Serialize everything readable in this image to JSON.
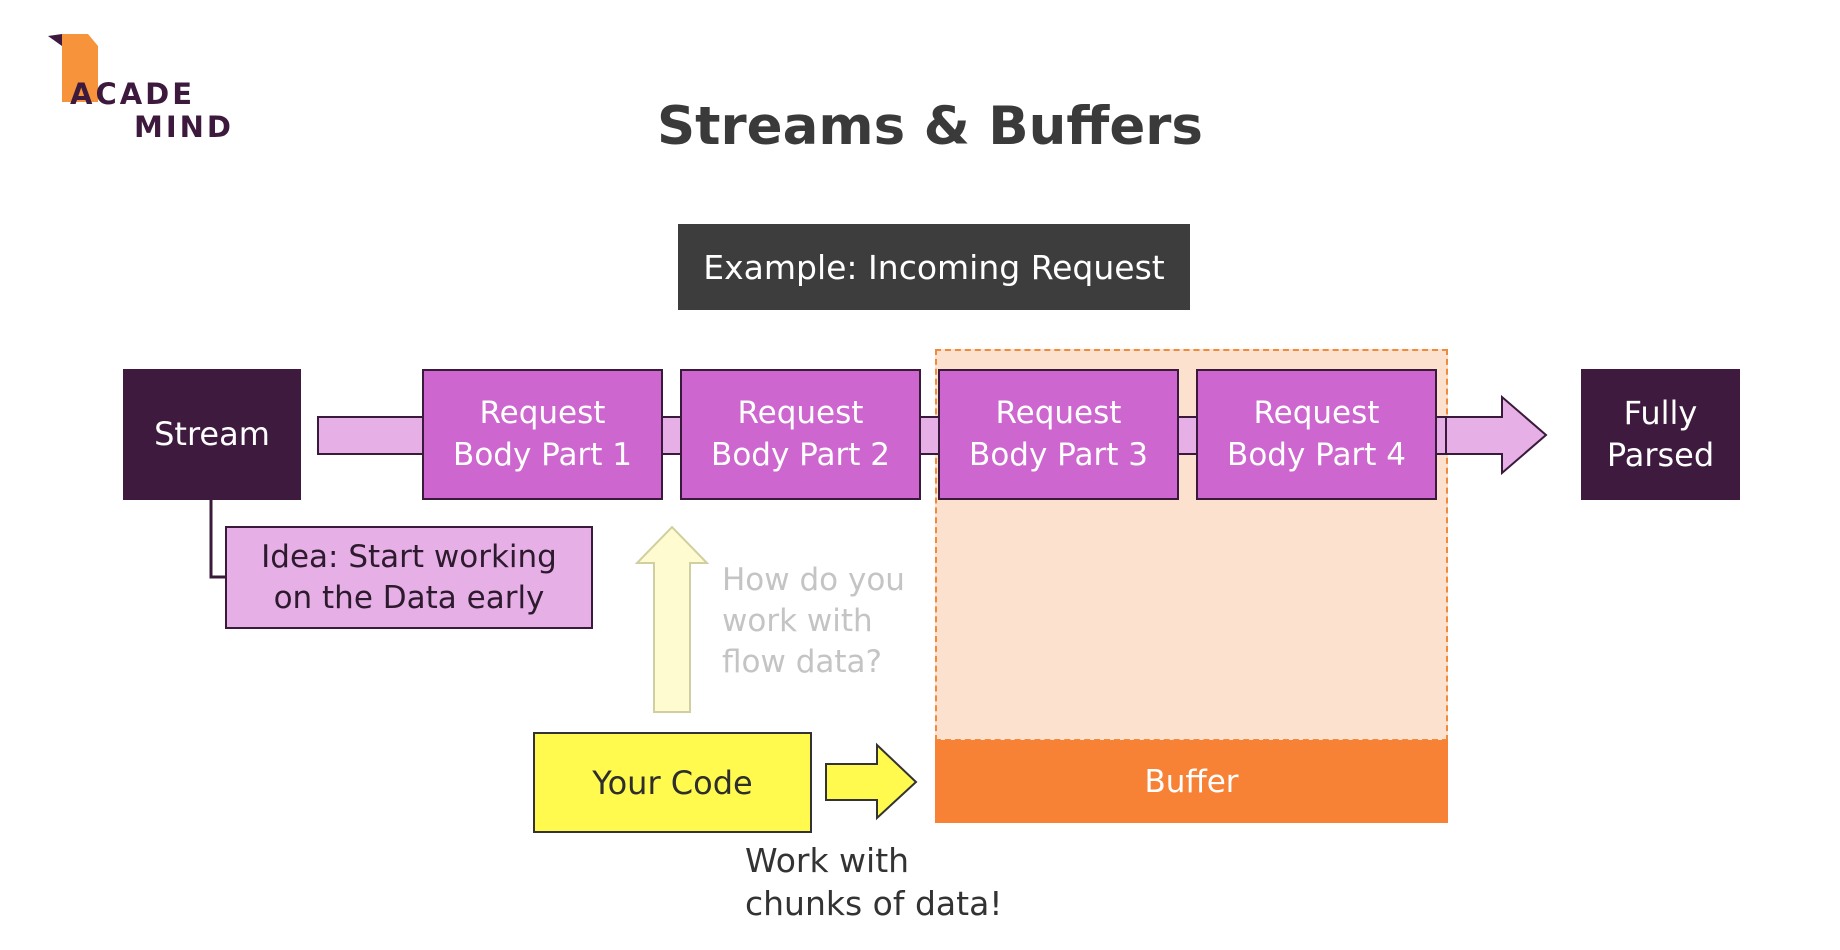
{
  "logo": {
    "line1": "ACADE",
    "line2": "MIND"
  },
  "title": "Streams & Buffers",
  "example_label": "Example: Incoming Request",
  "stream_label": "Stream",
  "parts": [
    {
      "line1": "Request",
      "line2": "Body Part 1"
    },
    {
      "line1": "Request",
      "line2": "Body Part 2"
    },
    {
      "line1": "Request",
      "line2": "Body Part 3"
    },
    {
      "line1": "Request",
      "line2": "Body Part 4"
    }
  ],
  "fully_parsed": {
    "line1": "Fully",
    "line2": "Parsed"
  },
  "idea": {
    "line1": "Idea: Start working",
    "line2": "on the Data early"
  },
  "question": {
    "line1": "How do you",
    "line2": "work with",
    "line3": "flow data?"
  },
  "your_code": "Your Code",
  "buffer_label": "Buffer",
  "chunks": {
    "line1": "Work with",
    "line2": "chunks of data!"
  },
  "colors": {
    "dark_purple": "#3f1a3f",
    "part_purple": "#cd66cf",
    "light_purple": "#e6b0e6",
    "buffer_orange": "#f78134",
    "buffer_fill": "#fce1cf",
    "code_yellow": "#fffa4d"
  }
}
